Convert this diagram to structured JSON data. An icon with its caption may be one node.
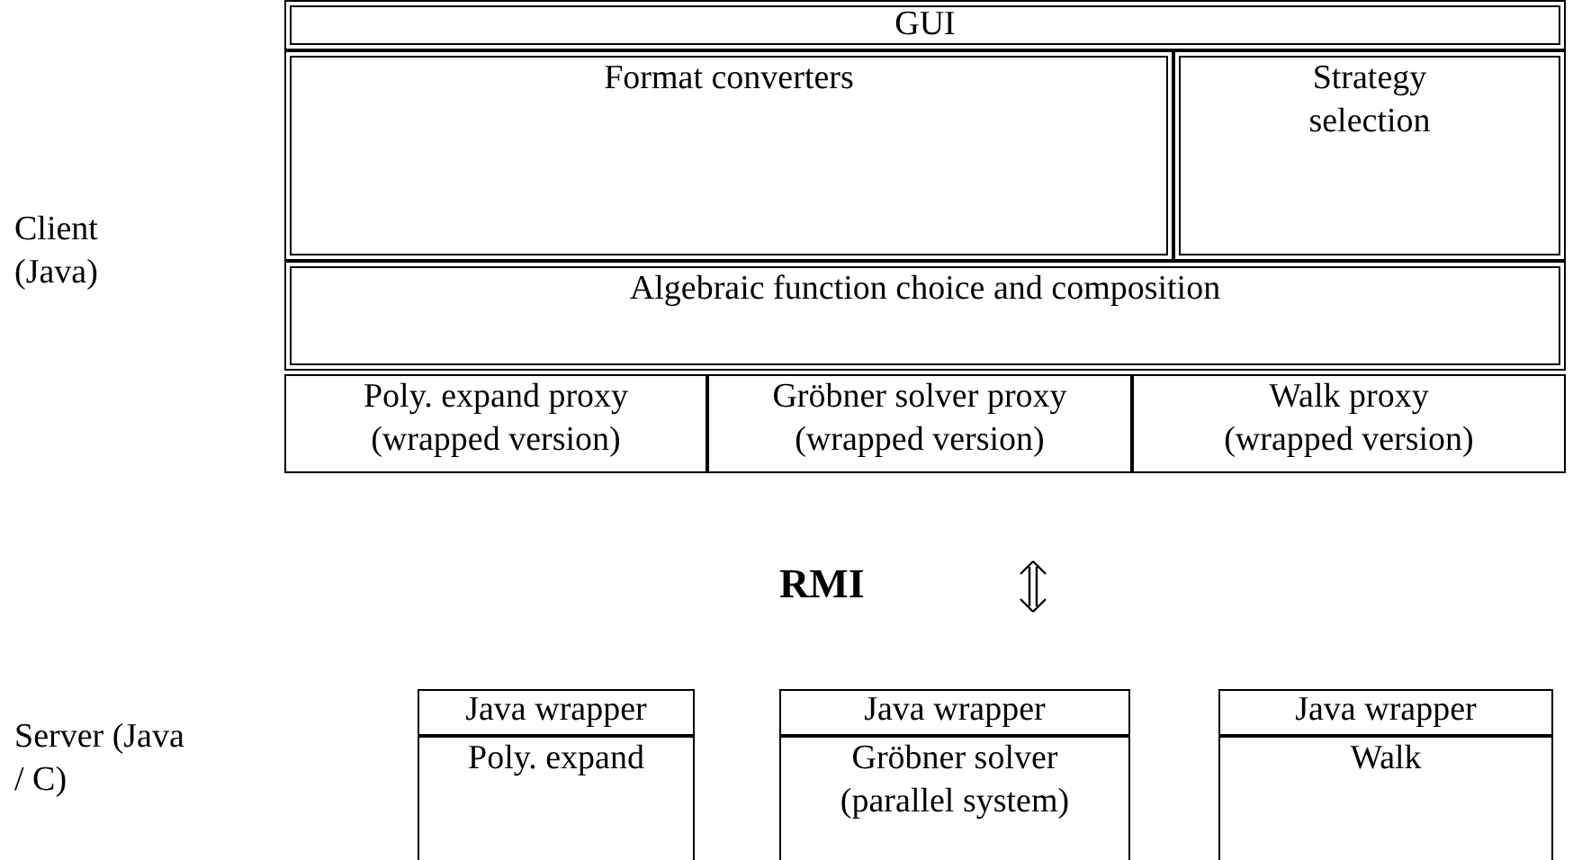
{
  "diagram": {
    "nodes": [
      {
        "text": [
          "GUI"
        ]
      },
      {
        "text": [
          "Format converters"
        ]
      },
      {
        "text": [
          "Strategy selection"
        ]
      },
      {
        "text": [
          "Algebraic function choice and composition"
        ]
      },
      {
        "text": [
          "Poly. expand proxy (wrapped version)"
        ]
      },
      {
        "text": [
          "Gröbner solver proxy (wrapped version)"
        ]
      },
      {
        "text": [
          "Walk proxy (wrapped version)"
        ]
      },
      {
        "text": [
          "Java wrapper"
        ]
      },
      {
        "text": [
          "Poly. expand"
        ]
      },
      {
        "text": [
          "Java wrapper"
        ]
      },
      {
        "text": [
          "Gröbner solver (parallel system)"
        ]
      },
      {
        "text": [
          "Java wrapper"
        ]
      },
      {
        "text": [
          "Walk"
        ]
      }
    ],
    "labels": [
      "Client (Java)",
      "RMI",
      "Server (Java / C)"
    ]
  }
}
